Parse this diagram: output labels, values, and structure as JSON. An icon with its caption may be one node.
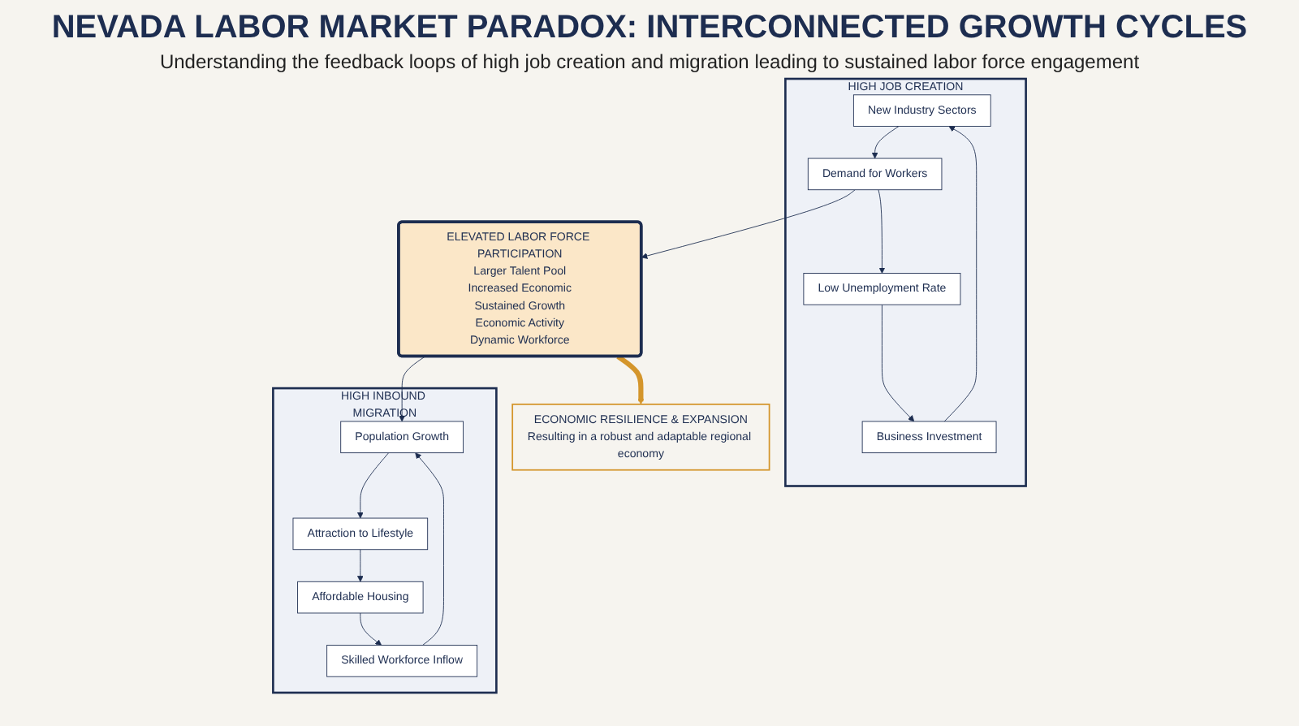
{
  "diagram": {
    "title": "NEVADA LABOR MARKET PARADOX: INTERCONNECTED GROWTH CYCLES",
    "nodes": [
      {
        "text": [
          "HIGH JOB CREATION"
        ]
      },
      {
        "text": [
          "New Industry Sectors"
        ],
        "in": 0
      },
      {
        "text": [
          "Demand for Workers"
        ],
        "in": 0
      },
      {
        "text": [
          "Low Unemployment Rate"
        ],
        "in": 0
      },
      {
        "text": [
          "Business Investment"
        ],
        "in": 0
      },
      {
        "text": [
          "ELEVATED LABOR FORCE PARTICIPATION",
          "Larger Talent Pool",
          "Increased Economic",
          "Sustained Growth",
          "Economic Activity",
          "Dynamic Workforce"
        ]
      },
      {
        "text": [
          "HIGH INBOUND MIGRATION"
        ]
      },
      {
        "text": [
          "Population Growth"
        ],
        "in": 6
      },
      {
        "text": [
          "Attraction to Lifestyle"
        ],
        "in": 6
      },
      {
        "text": [
          "Affordable Housing"
        ],
        "in": 6
      },
      {
        "text": [
          "Skilled Workforce Inflow"
        ],
        "in": 6
      },
      {
        "text": [
          "ECONOMIC RESILIENCE & EXPANSION",
          "Resulting in a robust and adaptable regional economy"
        ]
      }
    ],
    "edges": [
      {
        "from": 1,
        "to": 2,
        "arrow": "to"
      },
      {
        "from": 2,
        "to": 3,
        "arrow": "to"
      },
      {
        "from": 3,
        "to": 4,
        "arrow": "to"
      },
      {
        "from": 4,
        "to": 1,
        "arrow": "to"
      },
      {
        "from": 2,
        "to": 5,
        "arrow": "to"
      },
      {
        "from": 5,
        "to": 7,
        "arrow": "to"
      },
      {
        "from": 7,
        "to": 8,
        "arrow": "to"
      },
      {
        "from": 8,
        "to": 9,
        "arrow": "to"
      },
      {
        "from": 9,
        "to": 10,
        "arrow": "to"
      },
      {
        "from": 10,
        "to": 7,
        "arrow": "to"
      },
      {
        "from": 5,
        "to": 11,
        "arrow": "to",
        "style": "thick",
        "color": "#d4952b"
      }
    ],
    "labels": [
      "Understanding the feedback loops of high job creation and migration leading to sustained labor force engagement"
    ]
  }
}
